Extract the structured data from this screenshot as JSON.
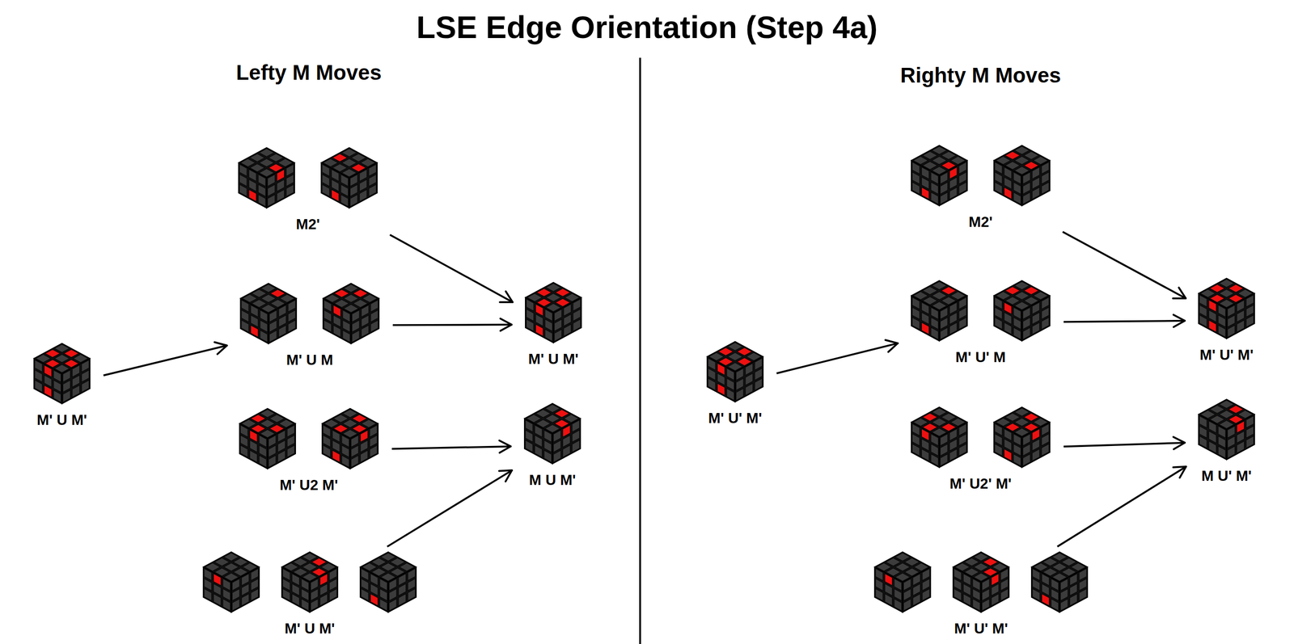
{
  "diagram": {
    "title": "LSE Edge Orientation (Step 4a)",
    "nodes": [
      {
        "text": [
          "M' U M'"
        ]
      },
      {
        "text": [
          "M2'"
        ]
      },
      {
        "text": [
          "M' U M"
        ]
      },
      {
        "text": [
          "M' U2 M'"
        ]
      },
      {
        "text": [
          "M' U M'"
        ]
      },
      {
        "text": [
          "M' U M'"
        ]
      },
      {
        "text": [
          "M U M'"
        ]
      },
      {
        "text": [
          "M' U' M'"
        ]
      },
      {
        "text": [
          "M2'"
        ]
      },
      {
        "text": [
          "M' U' M"
        ]
      },
      {
        "text": [
          "M' U2' M'"
        ]
      },
      {
        "text": [
          "M' U' M'"
        ]
      },
      {
        "text": [
          "M' U' M'"
        ]
      },
      {
        "text": [
          "M U' M'"
        ]
      }
    ],
    "edges": [
      {
        "from": 0,
        "to": 2,
        "arrow": "to"
      },
      {
        "from": 1,
        "to": 5,
        "arrow": "to"
      },
      {
        "from": 2,
        "to": 5,
        "arrow": "to"
      },
      {
        "from": 3,
        "to": 6,
        "arrow": "to"
      },
      {
        "from": 4,
        "to": 6,
        "arrow": "to"
      },
      {
        "from": 7,
        "to": 9,
        "arrow": "to"
      },
      {
        "from": 8,
        "to": 12,
        "arrow": "to"
      },
      {
        "from": 9,
        "to": 12,
        "arrow": "to"
      },
      {
        "from": 10,
        "to": 13,
        "arrow": "to"
      },
      {
        "from": 11,
        "to": 13,
        "arrow": "to"
      }
    ],
    "labels": [
      "Lefty M Moves",
      "Righty M Moves"
    ]
  }
}
